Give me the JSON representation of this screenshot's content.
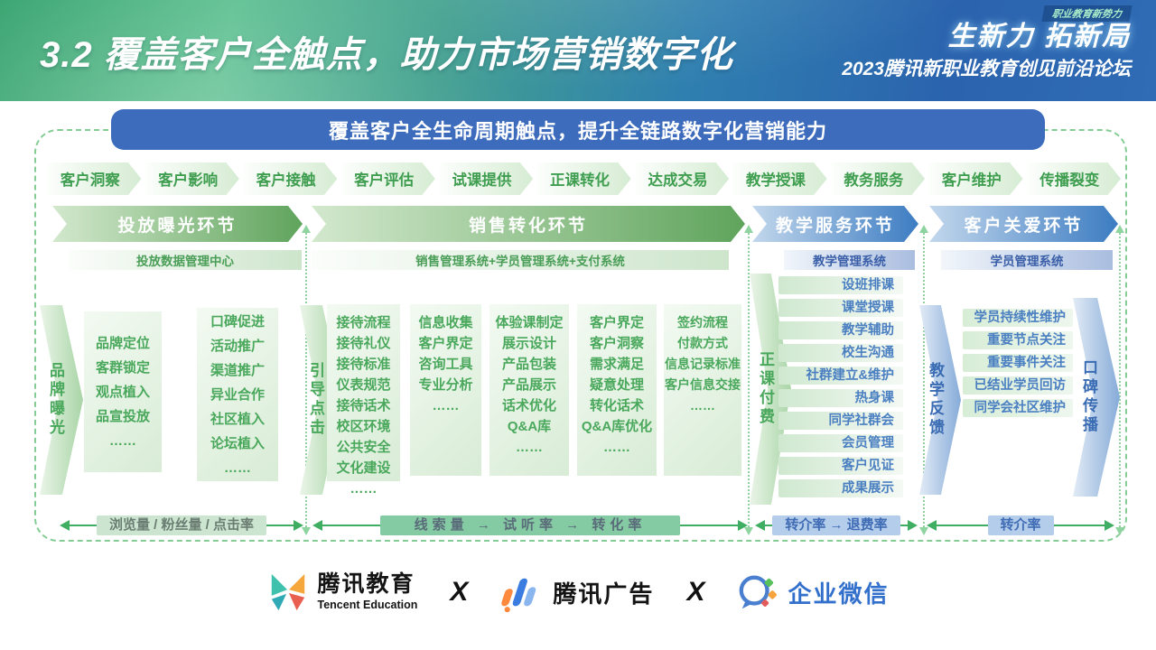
{
  "header": {
    "title": "3.2 覆盖客户全触点，助力市场营销数字化",
    "badge": "职业教育新势力",
    "logo": "生新力 拓新局",
    "subtitle": "2023腾讯新职业教育创见前沿论坛"
  },
  "banner": {
    "text": "覆盖客户全生命周期触点，提升全链路数字化营销能力"
  },
  "touchpoints": [
    "客户洞察",
    "客户影响",
    "客户接触",
    "客户评估",
    "试课提供",
    "正课转化",
    "达成交易",
    "教学授课",
    "教务服务",
    "客户维护",
    "传播裂变"
  ],
  "sections": [
    {
      "title": "投放曝光环节",
      "system": "投放数据管理中心"
    },
    {
      "title": "销售转化环节",
      "system": "销售管理系统+学员管理系统+支付系统"
    },
    {
      "title": "教学服务环节",
      "system": "教学管理系统"
    },
    {
      "title": "客户关爱环节",
      "system": "学员管理系统"
    }
  ],
  "flow_labels": {
    "brand_exposure": "品牌曝光",
    "guide_click": "引导点击",
    "course_payment": "正课付费",
    "teaching_feedback": "教学反馈",
    "wom_spread": "口碑传播"
  },
  "boxes": [
    {
      "items": [
        "品牌定位",
        "客群锁定",
        "观点植入",
        "品宣投放",
        "……"
      ]
    },
    {
      "items": [
        "口碑促进",
        "活动推广",
        "渠道推广",
        "异业合作",
        "社区植入",
        "论坛植入",
        "……"
      ]
    },
    {
      "items": [
        "接待流程",
        "接待礼仪",
        "接待标准",
        "仪表规范",
        "接待话术",
        "校区环境",
        "公共安全",
        "文化建设",
        "……"
      ]
    },
    {
      "items": [
        "信息收集",
        "客户界定",
        "咨询工具",
        "专业分析",
        "……"
      ]
    },
    {
      "items": [
        "体验课制定",
        "展示设计",
        "产品包装",
        "产品展示",
        "话术优化",
        "Q&A库",
        "……"
      ]
    },
    {
      "items": [
        "客户界定",
        "客户洞察",
        "需求满足",
        "疑意处理",
        "转化话术",
        "Q&A库优化",
        "……"
      ]
    },
    {
      "items": [
        "签约流程",
        "付款方式",
        "信息记录标准",
        "客户信息交接",
        "……"
      ]
    }
  ],
  "teaching_items": [
    "设班排课",
    "课堂授课",
    "教学辅助",
    "校生沟通",
    "社群建立&维护",
    "热身课",
    "同学社群会",
    "会员管理",
    "客户见证",
    "成果展示"
  ],
  "student_items": [
    "学员持续性维护",
    "重要节点关注",
    "重要事件关注",
    "已结业学员回访",
    "同学会社区维护"
  ],
  "metrics": [
    "浏览量 / 粉丝量 / 点击率",
    "线索量 → 试听率 → 转化率",
    "转介率 → 退费率",
    "转介率"
  ],
  "footer": {
    "edu_name": "腾讯教育",
    "edu_en": "Tencent Education",
    "x1": "X",
    "ads_name": "腾讯广告",
    "x2": "X",
    "wecom_name": "企业微信"
  },
  "colors": {
    "banner_blue": "#3e6cbd",
    "green_text": "#3f9e50",
    "section_green": "#5fa45c",
    "section_blue": "#3c7cc2",
    "band_blue_text": "#3a5fa8",
    "item_blue_text": "#4a7fc1",
    "dashed_border": "#85cd95",
    "metric_arrow_green": "#3fae62",
    "metric_green_box": "#84caa2",
    "metric_blue_box": "#b4cdea",
    "wecom_blue": "#3370cc"
  }
}
